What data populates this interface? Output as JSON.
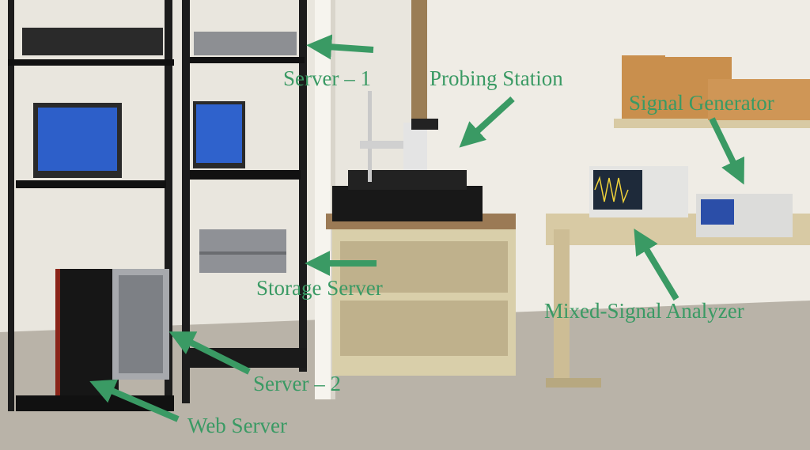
{
  "photo": {
    "labels": {
      "server_1": "Server – 1",
      "probing_station": "Probing Station",
      "signal_generator": "Signal Generator",
      "storage_server": "Storage Server",
      "mixed_signal_analyzer": "Mixed-Signal Analyzer",
      "server_2": "Server – 2",
      "web_server": "Web Server"
    },
    "colors": {
      "label_text": "#3a9a64",
      "arrow": "#3a9a64",
      "wall": "#e9e6de",
      "floor": "#b9b3a8",
      "rack": "#1c1c1c",
      "cabinet": "#d9cfaa",
      "table": "#d8caa4"
    }
  }
}
